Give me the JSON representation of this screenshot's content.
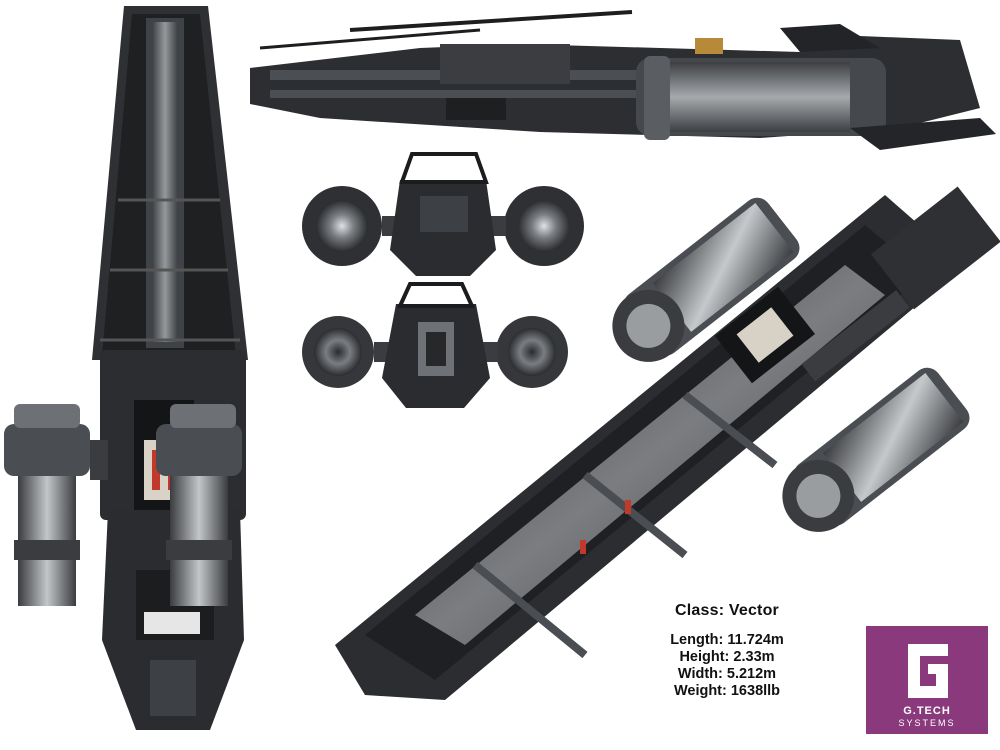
{
  "specs": {
    "class_line": "Class:  Vector",
    "length": "Length: 11.724m",
    "height": "Height: 2.33m",
    "width": "Width: 5.212m",
    "weight": "Weight: 1638llb"
  },
  "logo": {
    "line1": "G.TECH",
    "line2": "SYSTEMS",
    "color": "#8a3a7c"
  },
  "palette": {
    "hull_dark": "#2b2d30",
    "hull_mid": "#55585c",
    "metal_light": "#b9bcbf",
    "accent_red": "#c0392b"
  }
}
